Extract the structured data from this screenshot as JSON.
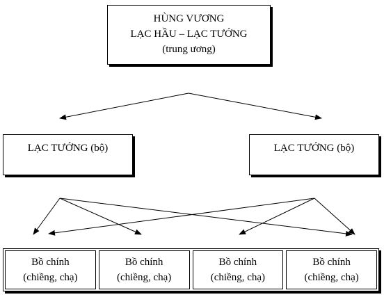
{
  "top_box": {
    "line1": "HÙNG VƯƠNG",
    "line2": "LẠC HẦU – LẠC TƯỚNG",
    "line3": "(trung ương)"
  },
  "middle_boxes": [
    {
      "label": "LẠC TƯỚNG (bộ)"
    },
    {
      "label": "LẠC TƯỚNG (bộ)"
    }
  ],
  "bottom_cells": [
    {
      "line1": "Bồ chính",
      "line2": "(chiềng, chạ)"
    },
    {
      "line1": "Bồ chính",
      "line2": "(chiềng, chạ)"
    },
    {
      "line1": "Bồ chính",
      "line2": "(chiềng, chạ)"
    },
    {
      "line1": "Bồ chính",
      "line2": "(chiềng, chạ)"
    }
  ],
  "colors": {
    "stroke": "#000000",
    "background": "#ffffff"
  }
}
